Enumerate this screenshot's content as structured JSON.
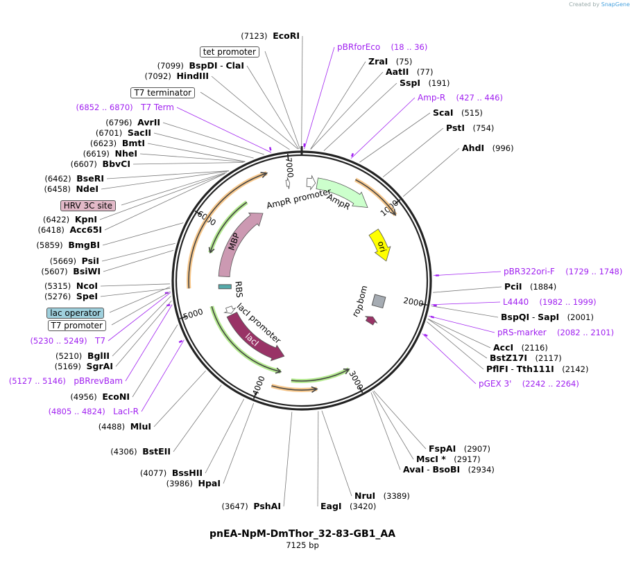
{
  "credit": {
    "prefix": "Created by",
    "brand": "SnapGene"
  },
  "title": "pnEA-NpM-DmThor_32-83-GB1_AA",
  "length_label": "7125 bp",
  "total_bp": 7125,
  "ticks": [
    "1000",
    "2000",
    "3000",
    "4000",
    "5000",
    "6000",
    "7000"
  ],
  "sites": [
    {
      "name": "EcoRI",
      "pos": "7123",
      "side": "left"
    },
    {
      "name": "BspDI",
      "name2": "ClaI",
      "pos": "7099",
      "side": "left"
    },
    {
      "name": "HindIII",
      "pos": "7092",
      "side": "left"
    },
    {
      "name": "AvrII",
      "pos": "6796",
      "side": "left"
    },
    {
      "name": "SacII",
      "pos": "6701",
      "side": "left"
    },
    {
      "name": "BmtI",
      "pos": "6623",
      "side": "left"
    },
    {
      "name": "NheI",
      "pos": "6619",
      "side": "left"
    },
    {
      "name": "BbvCI",
      "pos": "6607",
      "side": "left"
    },
    {
      "name": "BseRI",
      "pos": "6462",
      "side": "left"
    },
    {
      "name": "NdeI",
      "pos": "6458",
      "side": "left"
    },
    {
      "name": "KpnI",
      "pos": "6422",
      "side": "left"
    },
    {
      "name": "Acc65I",
      "pos": "6418",
      "side": "left"
    },
    {
      "name": "BmgBI",
      "pos": "5859",
      "side": "left"
    },
    {
      "name": "PsiI",
      "pos": "5669",
      "side": "left"
    },
    {
      "name": "BsiWI",
      "pos": "5607",
      "side": "left"
    },
    {
      "name": "NcoI",
      "pos": "5315",
      "side": "left"
    },
    {
      "name": "SpeI",
      "pos": "5276",
      "side": "left"
    },
    {
      "name": "BglII",
      "pos": "5210",
      "side": "left"
    },
    {
      "name": "SgrAI",
      "pos": "5169",
      "side": "left"
    },
    {
      "name": "EcoNI",
      "pos": "4956",
      "side": "left"
    },
    {
      "name": "MluI",
      "pos": "4488",
      "side": "left"
    },
    {
      "name": "BstEII",
      "pos": "4306",
      "side": "left"
    },
    {
      "name": "BssHII",
      "pos": "4077",
      "side": "left"
    },
    {
      "name": "HpaI",
      "pos": "3986",
      "side": "left"
    },
    {
      "name": "PshAI",
      "pos": "3647",
      "side": "left"
    },
    {
      "name": "EagI",
      "pos": "3420",
      "side": "right"
    },
    {
      "name": "NruI",
      "pos": "3389",
      "side": "right"
    },
    {
      "name": "AvaI",
      "name2": "BsoBI",
      "pos": "2934",
      "side": "right"
    },
    {
      "name": "MscI *",
      "pos": "2917",
      "side": "right"
    },
    {
      "name": "FspAI",
      "pos": "2907",
      "side": "right"
    },
    {
      "name": "PflFI",
      "name2": "Tth111I",
      "pos": "2142",
      "side": "right"
    },
    {
      "name": "BstZ17I",
      "pos": "2117",
      "side": "right"
    },
    {
      "name": "AccI",
      "pos": "2116",
      "side": "right"
    },
    {
      "name": "BspQI",
      "name2": "SapI",
      "pos": "2001",
      "side": "right"
    },
    {
      "name": "PciI",
      "pos": "1884",
      "side": "right"
    },
    {
      "name": "AhdI",
      "pos": "996",
      "side": "right"
    },
    {
      "name": "PstI",
      "pos": "754",
      "side": "right"
    },
    {
      "name": "ScaI",
      "pos": "515",
      "side": "right"
    },
    {
      "name": "SspI",
      "pos": "191",
      "side": "right"
    },
    {
      "name": "AatII",
      "pos": "77",
      "side": "right"
    },
    {
      "name": "ZraI",
      "pos": "75",
      "side": "right"
    }
  ],
  "primers": [
    {
      "name": "pBRforEco",
      "range": "(18 .. 36)",
      "side": "right"
    },
    {
      "name": "Amp-R",
      "range": "(427 .. 446)",
      "side": "right"
    },
    {
      "name": "pBR322ori-F",
      "range": "(1729 .. 1748)",
      "side": "right"
    },
    {
      "name": "L4440",
      "range": "(1982 .. 1999)",
      "side": "right"
    },
    {
      "name": "pRS-marker",
      "range": "(2082 .. 2101)",
      "side": "right"
    },
    {
      "name": "pGEX 3'",
      "range": "(2242 .. 2264)",
      "side": "right"
    },
    {
      "name": "T7 Term",
      "range": "(6852 .. 6870)",
      "side": "left"
    },
    {
      "name": "T7",
      "range": "(5230 .. 5249)",
      "side": "left"
    },
    {
      "name": "pBRrevBam",
      "range": "(5127 .. 5146)",
      "side": "left"
    },
    {
      "name": "LacI-R",
      "range": "(4805 .. 4824)",
      "side": "left"
    }
  ],
  "boxed_features": [
    {
      "name": "tet promoter",
      "color": "#ffffff"
    },
    {
      "name": "T7 terminator",
      "color": "#ffffff"
    },
    {
      "name": "HRV 3C site",
      "color": "#e2b9c8"
    },
    {
      "name": "lac operator",
      "color": "#9fd0dd"
    },
    {
      "name": "T7 promoter",
      "color": "#ffffff"
    }
  ],
  "features": [
    {
      "name": "AmpR promoter",
      "color": "#ffffff"
    },
    {
      "name": "AmpR",
      "color": "#ccffcc"
    },
    {
      "name": "ori",
      "color": "#ffff00"
    },
    {
      "name": "bom",
      "color": "#a6acb3"
    },
    {
      "name": "rop",
      "color": "#993366"
    },
    {
      "name": "MBP",
      "color": "#cc99b2"
    },
    {
      "name": "RBS",
      "color": "#ffffff"
    },
    {
      "name": "lacI promoter",
      "color": "#ffffff"
    },
    {
      "name": "lacI",
      "color": "#993366"
    }
  ],
  "colors": {
    "primer": "#a020f0",
    "ring": "#222222",
    "orf_orange": "#f5b565",
    "orf_green": "#9be36a"
  }
}
